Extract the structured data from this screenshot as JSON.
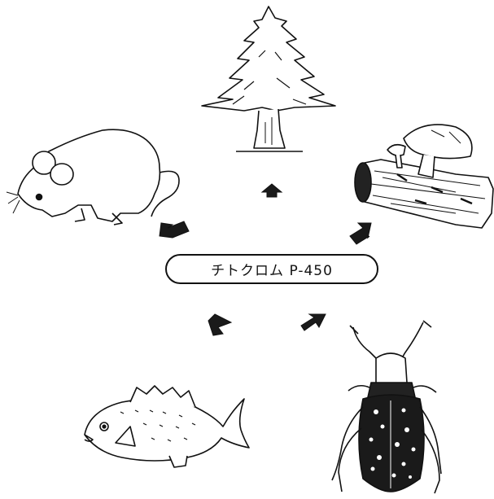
{
  "center_label": "チトクロム P-450",
  "organisms": [
    {
      "id": "tree",
      "icon": "pine-tree-icon"
    },
    {
      "id": "mushroom",
      "icon": "mushroom-on-log-icon"
    },
    {
      "id": "beetle",
      "icon": "longhorn-beetle-icon"
    },
    {
      "id": "fish",
      "icon": "fish-icon"
    },
    {
      "id": "mouse",
      "icon": "mouse-icon"
    }
  ],
  "colors": {
    "ink": "#111111",
    "background": "#ffffff"
  }
}
